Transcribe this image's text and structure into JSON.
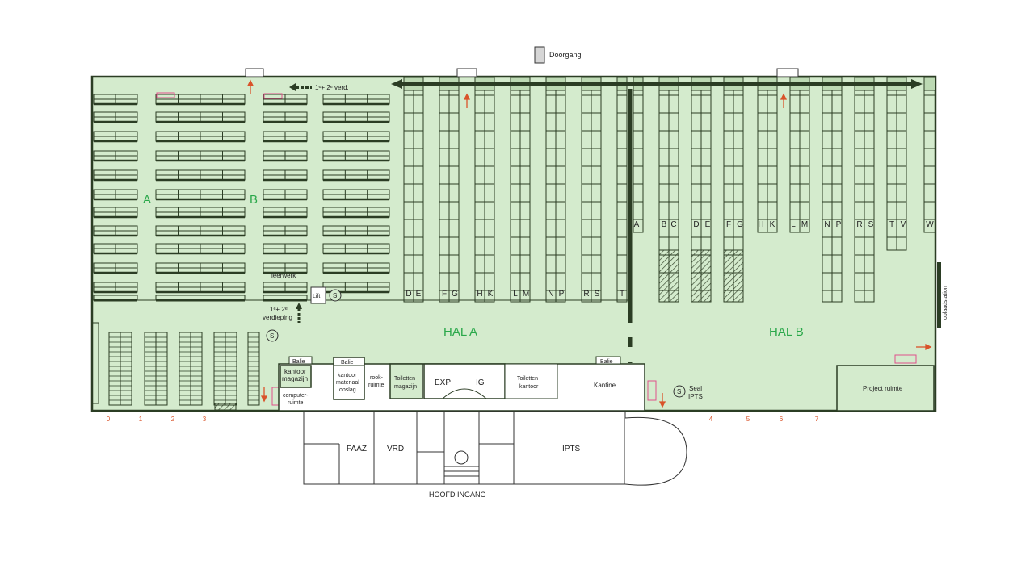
{
  "legend": {
    "label": "Doorgang"
  },
  "halls": {
    "hal_a": "HAL A",
    "hal_b": "HAL B"
  },
  "zones": {
    "a": "A",
    "b": "B"
  },
  "rows_top_b": [
    "A",
    "B",
    "C",
    "D",
    "E",
    "F",
    "G",
    "H",
    "K",
    "L",
    "M",
    "N",
    "P",
    "R",
    "S",
    "T",
    "V",
    "W"
  ],
  "rows_bottom_a": [
    "D",
    "E",
    "F",
    "G",
    "H",
    "K",
    "L",
    "M",
    "N",
    "P",
    "R",
    "S",
    "T"
  ],
  "annotations": {
    "floors_top": "1ᵉ+ 2ᵉ verd.",
    "floors_bottom_1": "1ᵉ+ 2ᵉ",
    "floors_bottom_2": "verdieping",
    "leerwerk": "leerwerk",
    "lift": "Lift",
    "s": "S",
    "oplaadstation": "oplaadstation",
    "seal_1": "Seal",
    "seal_2": "IPTS"
  },
  "rooms": {
    "balie": "Balie",
    "kantoor_magazijn_1": "kantoor",
    "kantoor_magazijn_2": "magazijn",
    "computer_1": "computer-",
    "computer_2": "ruimte",
    "kantoor_materiaal_1": "kantoor",
    "kantoor_materiaal_2": "materiaal",
    "kantoor_materiaal_3": "opslag",
    "rook_1": "rook-",
    "rook_2": "ruimte",
    "toiletten_mag_1": "Toiletten",
    "toiletten_mag_2": "magazijn",
    "exp": "EXP",
    "ig": "IG",
    "toiletten_kantoor_1": "Toiletten",
    "toiletten_kantoor_2": "kantoor",
    "kantine": "Kantine",
    "project": "Project ruimte",
    "faaz": "FAAZ",
    "vrd": "VRD",
    "ipts": "IPTS",
    "hoofd_ingang": "HOOFD INGANG"
  },
  "doors": [
    "0",
    "1",
    "2",
    "3",
    "4",
    "5",
    "6",
    "7"
  ],
  "colors": {
    "floor": "#d4ebcd",
    "wall": "#2b3d24",
    "accent_green": "#2aa84a",
    "arrow_red": "#d9532a",
    "stair_pink": "#e0508a"
  }
}
